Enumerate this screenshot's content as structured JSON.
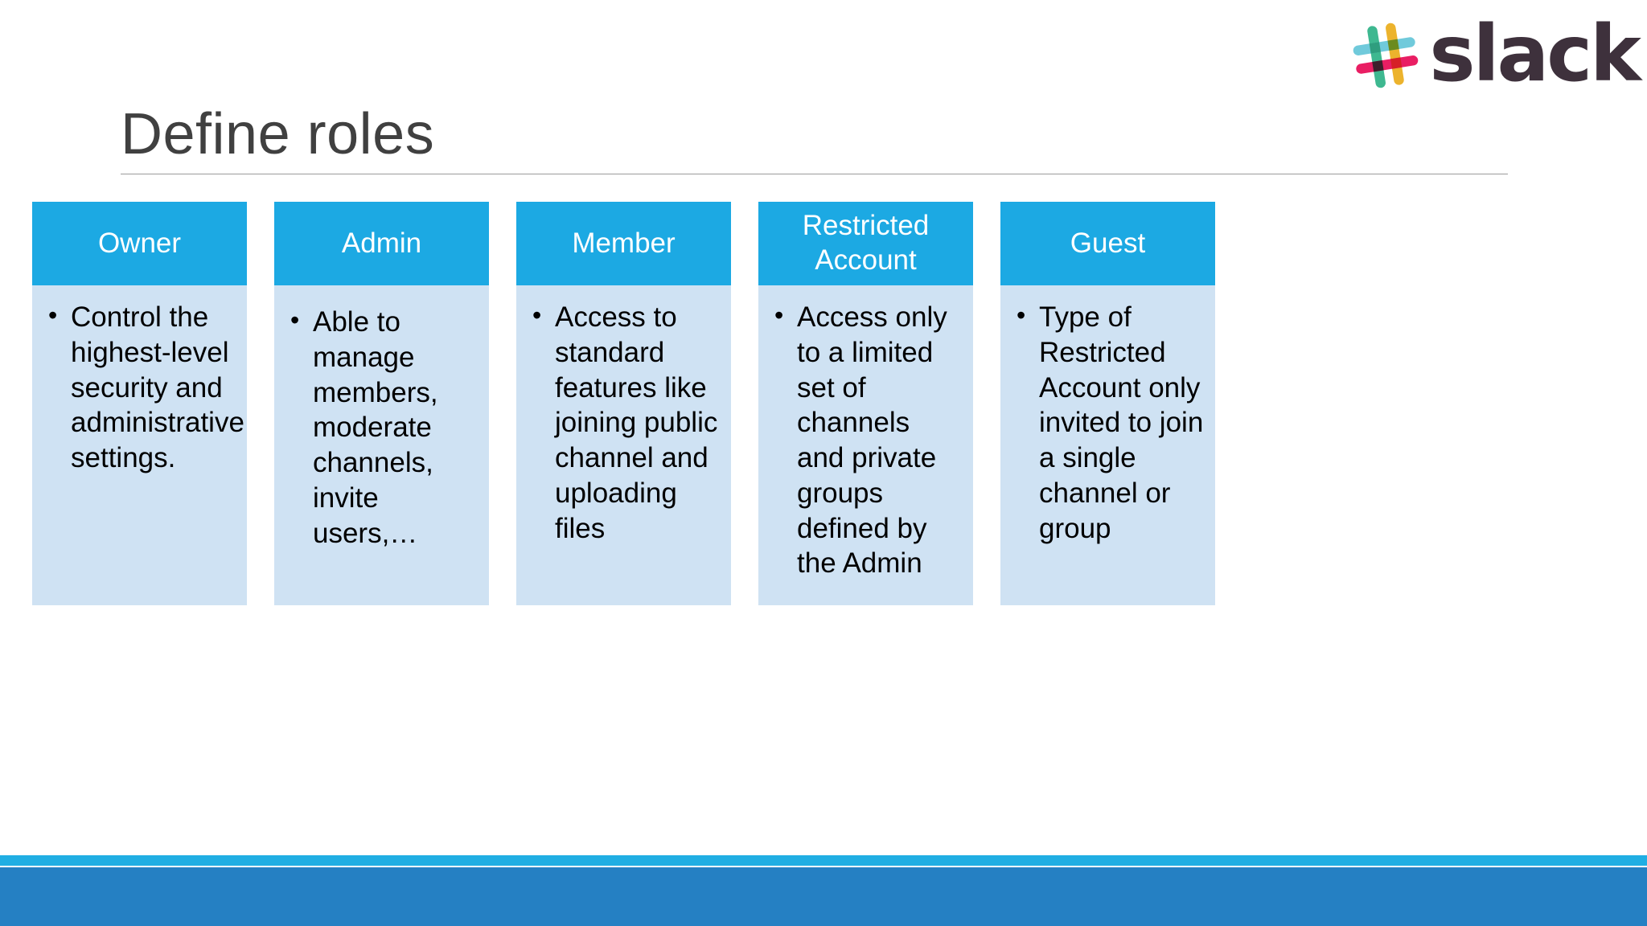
{
  "brand": {
    "logo_name": "slack-logo",
    "wordmark": "slack",
    "wordmark_color": "#3E313C",
    "mark_colors": {
      "green": "#3EB890",
      "yellow": "#ECB32D",
      "blue": "#70CADB",
      "pink": "#E01E5A",
      "magenta": "#E91E63",
      "olive": "#6B8B1F",
      "teal": "#2F9E7E",
      "plum": "#3E1F2B",
      "red": "#D62027"
    }
  },
  "slide": {
    "title": "Define roles",
    "title_color": "#404040",
    "background": "#FFFFFF",
    "accent_header": "#1CA9E3",
    "accent_body": "#CFE2F3",
    "footer_strip_color": "#20AEE3",
    "footer_band_color": "#2580C3"
  },
  "columns": [
    {
      "id": "owner",
      "header": "Owner",
      "bullets": [
        "Control the highest-level security and administrative settings."
      ]
    },
    {
      "id": "admin",
      "header": "Admin",
      "bullets": [
        "Able to manage members, moderate channels, invite users,…"
      ]
    },
    {
      "id": "member",
      "header": "Member",
      "bullets": [
        "Access to standard features like joining public channel and uploading files"
      ]
    },
    {
      "id": "restricted-account",
      "header": "Restricted Account",
      "bullets": [
        "Access only to a limited set of channels and private groups defined by the Admin"
      ]
    },
    {
      "id": "guest",
      "header": "Guest",
      "bullets": [
        "Type of Restricted Account only invited to join a single channel or group"
      ]
    }
  ]
}
